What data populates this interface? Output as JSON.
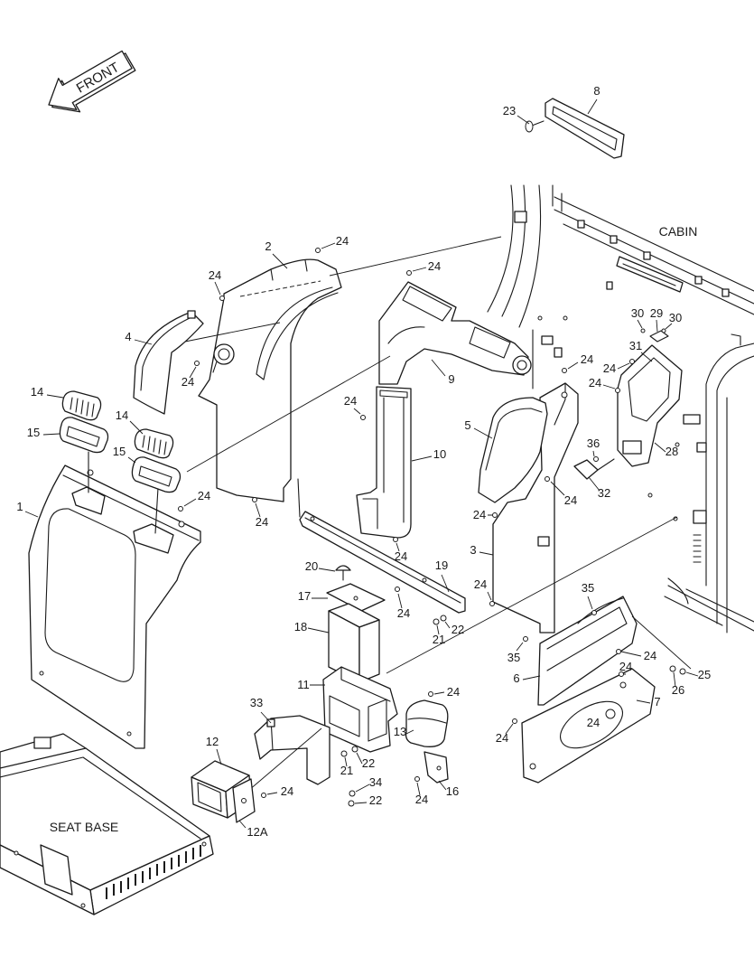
{
  "colors": {
    "line": "#1a1a1a",
    "background": "#ffffff"
  },
  "labels": {
    "front": "FRONT",
    "cabin": "CABIN",
    "seat_base": "SEAT BASE"
  },
  "callouts": [
    "8",
    "23",
    "2",
    "24",
    "24",
    "24",
    "4",
    "24",
    "30",
    "29",
    "30",
    "31",
    "24",
    "24",
    "24",
    "9",
    "14",
    "24",
    "5",
    "14",
    "15",
    "15",
    "10",
    "28",
    "36",
    "32",
    "24",
    "24",
    "1",
    "24",
    "24",
    "24",
    "3",
    "19",
    "20",
    "17",
    "24",
    "35",
    "24",
    "18",
    "22",
    "21",
    "35",
    "24",
    "24",
    "6",
    "25",
    "11",
    "24",
    "26",
    "7",
    "33",
    "13",
    "24",
    "24",
    "12",
    "22",
    "21",
    "34",
    "24",
    "16",
    "24",
    "22",
    "12A"
  ]
}
